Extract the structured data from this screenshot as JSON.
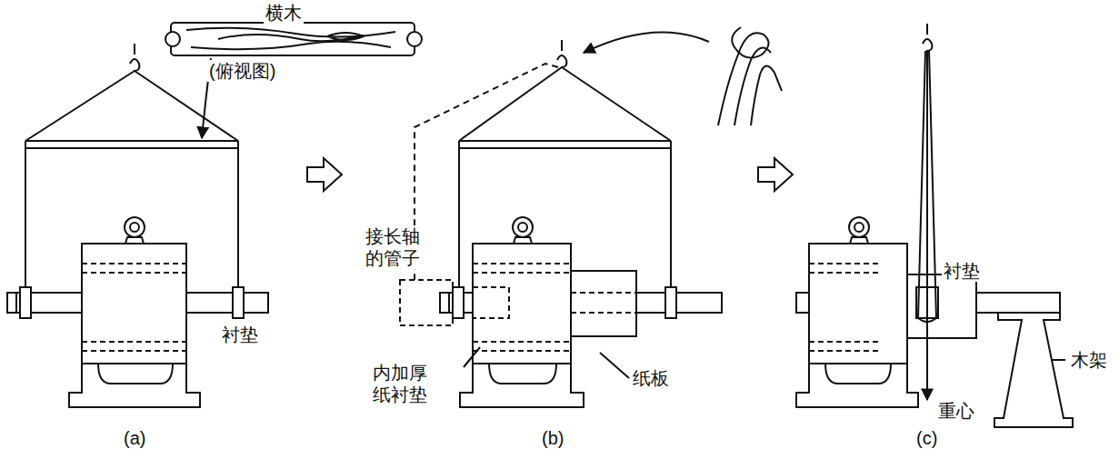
{
  "diagram": {
    "labels": [
      "横木",
      "(俯视图)",
      "衬垫",
      "接长轴的管子",
      "内加厚纸衬垫",
      "纸板",
      "衬垫",
      "重心",
      "木架",
      "(a)",
      "(b)",
      "(c)"
    ]
  }
}
